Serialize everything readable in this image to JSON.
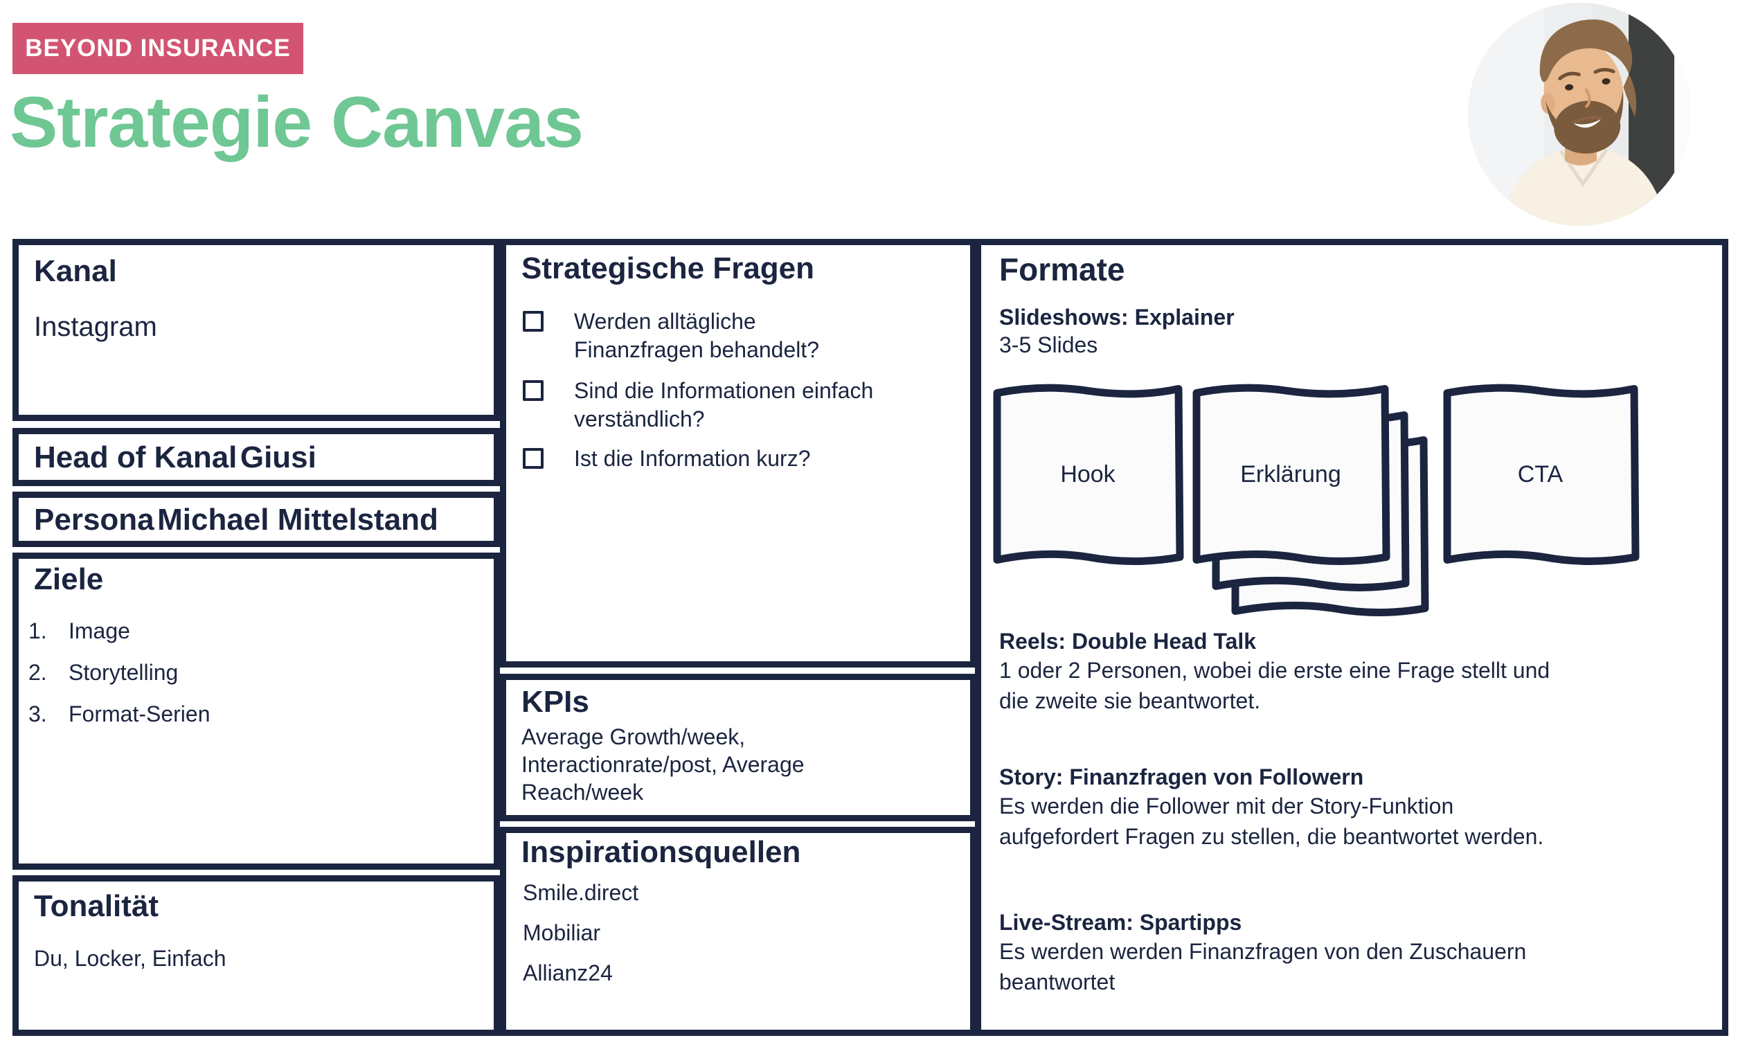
{
  "header": {
    "badge": "BEYOND INSURANCE",
    "title": "Strategie Canvas"
  },
  "colors": {
    "accent_pink": "#D25472",
    "accent_green": "#6FC794",
    "navy": "#1B2540"
  },
  "canvas": {
    "kanal": {
      "heading": "Kanal",
      "value": "Instagram"
    },
    "head_of_kanal": {
      "heading": "Head of Kanal",
      "value": "Giusi"
    },
    "persona": {
      "heading": "Persona",
      "value": "Michael Mittelstand"
    },
    "ziele": {
      "heading": "Ziele",
      "numbers": [
        "1.",
        "2.",
        "3."
      ],
      "items": [
        "Image",
        "Storytelling",
        "Format-Serien"
      ]
    },
    "tonalitaet": {
      "heading": "Tonalität",
      "value": "Du, Locker, Einfach"
    },
    "strategische_fragen": {
      "heading": "Strategische Fragen",
      "items": [
        "Werden alltägliche Finanzfragen behandelt?",
        "Sind die Informationen einfach verständlich?",
        "Ist die Information kurz?"
      ]
    },
    "kpis": {
      "heading": "KPIs",
      "value": "Average Growth/week, Interactionrate/post, Average Reach/week"
    },
    "inspirationsquellen": {
      "heading": "Inspirationsquellen",
      "items": [
        "Smile.direct",
        "Mobiliar",
        "Allianz24"
      ]
    },
    "formate": {
      "heading": "Formate",
      "slideshow": {
        "title": "Slideshows: Explainer",
        "subtitle": "3-5 Slides",
        "slides": [
          "Hook",
          "Erklärung",
          "CTA"
        ]
      },
      "sections": [
        {
          "title": "Reels: Double Head Talk",
          "body": "1 oder 2 Personen, wobei die erste eine Frage stellt und die zweite sie beantwortet."
        },
        {
          "title": "Story: Finanzfragen von Followern",
          "body": "Es werden die Follower mit der Story-Funktion aufgefordert Fragen zu stellen, die beantwortet werden."
        },
        {
          "title": "Live-Stream: Spartipps",
          "body": "Es werden werden Finanzfragen von den Zuschauern beantwortet"
        }
      ]
    }
  }
}
